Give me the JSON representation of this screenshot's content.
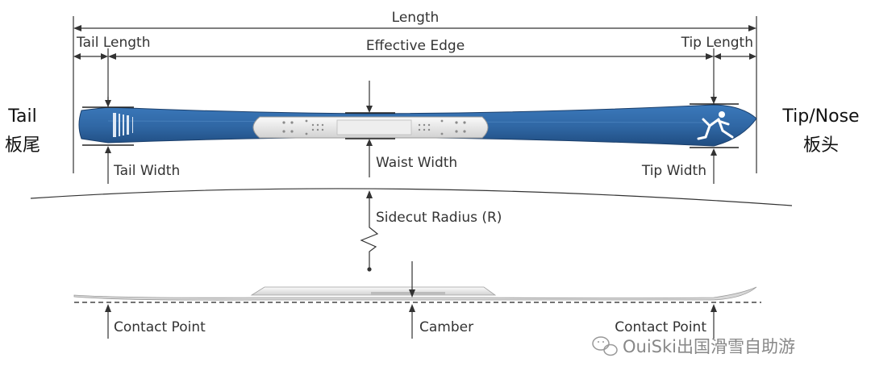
{
  "labels": {
    "length": "Length",
    "tail_length": "Tail Length",
    "effective_edge": "Effective Edge",
    "tip_length": "Tip Length",
    "tail_en": "Tail",
    "tail_cn": "板尾",
    "tip_en": "Tip/Nose",
    "tip_cn": "板头",
    "tail_width": "Tail Width",
    "waist_width": "Waist Width",
    "tip_width": "Tip Width",
    "sidecut_radius": "Sidecut Radius (R)",
    "contact_point_left": "Contact Point",
    "camber": "Camber",
    "contact_point_right": "Contact Point"
  },
  "watermark": "OuiSki出国滑雪自助游",
  "colors": {
    "ski_blue": "#2f66a3",
    "ski_blue_dark": "#1f4c80",
    "binding_gray": "#e6e6e6",
    "text": "#333333"
  }
}
